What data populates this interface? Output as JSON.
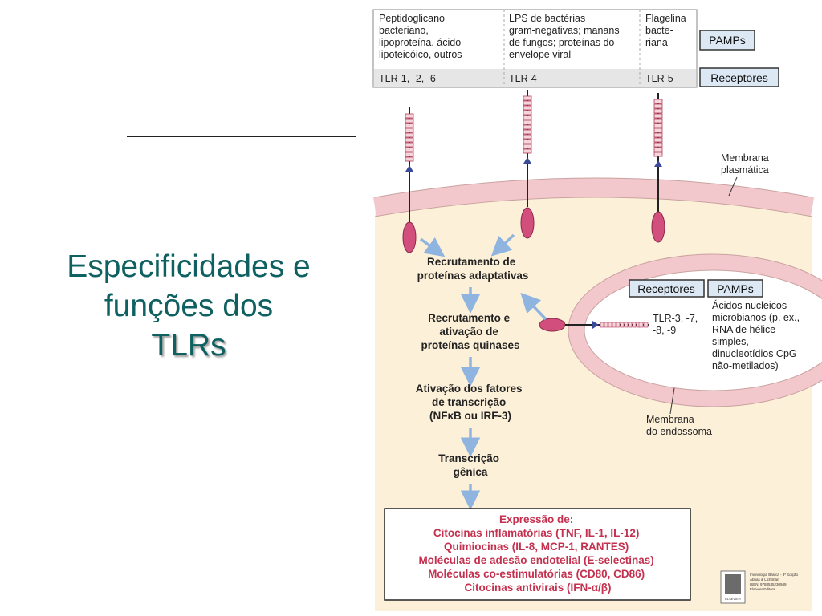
{
  "slide": {
    "title_line1": "Especificidades e",
    "title_line2": "funções dos",
    "title_line3": "TLRs"
  },
  "pamp_table": {
    "columns": [
      {
        "pamps": [
          "Peptidoglicano",
          "bacteriano,",
          "lipoproteína, ácido",
          "lipoteicóico, outros"
        ],
        "receptor": "TLR-1, -2, -6"
      },
      {
        "pamps": [
          "LPS de bactérias",
          "gram-negativas; manans",
          "de fungos; proteínas do",
          "envelope viral"
        ],
        "receptor": "TLR-4"
      },
      {
        "pamps": [
          "Flagelina",
          "bacte-",
          "riana"
        ],
        "receptor": "TLR-5"
      }
    ],
    "label_pamps": "PAMPs",
    "label_receptors": "Receptores"
  },
  "membranes": {
    "plasma": [
      "Membrana",
      "plasmática"
    ],
    "endosome": [
      "Membrana",
      "do endossoma"
    ]
  },
  "endosome_box": {
    "label_receptors": "Receptores",
    "label_pamps": "PAMPs",
    "receptor_text": [
      "TLR-3, -7,",
      "-8, -9"
    ],
    "pamp_text": [
      "Ácidos nucleicos",
      "microbianos (p. ex.,",
      "RNA de hélice",
      "simples,",
      "dinucleotídios CpG",
      "não-metilados)"
    ]
  },
  "pathway": [
    [
      "Recrutamento de",
      "proteínas adaptativas"
    ],
    [
      "Recrutamento e",
      "ativação de",
      "proteínas quinases"
    ],
    [
      "Ativação dos fatores",
      "de transcrição",
      "(NFκB ou IRF-3)"
    ],
    [
      "Transcrição",
      "gênica"
    ]
  ],
  "expression": [
    "Expressão de:",
    "Citocinas inflamatórias (TNF, IL-1, IL-12)",
    "Quimiocinas (IL-8, MCP-1, RANTES)",
    "Moléculas de adesão endotelial (E-selectinas)",
    "Moléculas co-estimulatórias (CD80, CD86)",
    "Citocinas antivirais (IFN-α/β)"
  ],
  "publisher": {
    "logo": "ELSEVIER",
    "lines": [
      "Imunologia Básica - 3ª Edição",
      "Abbas & Lichtman",
      "ISBN: 9788535230949",
      "Elsevier Editora"
    ]
  },
  "colors": {
    "title": "#0f6060",
    "cell": "#fdf0d8",
    "membrane": "#f2c8cc",
    "receptor": "#d24e7c",
    "arrow": "#8fb4e0",
    "expression_text": "#c4314f",
    "label_box": "#dce8f4"
  }
}
